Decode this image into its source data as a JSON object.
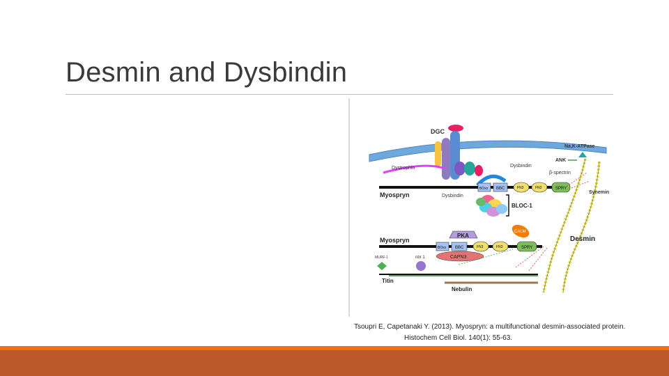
{
  "slide": {
    "title": "Desmin and Dysbindin",
    "caption_line1": "Tsoupri E, Capetanaki Y. (2013). Myospryn: a multifunctional desmin-associated protein.",
    "caption_line2": "Histochem Cell Biol. 140(1): 55-63."
  },
  "figure": {
    "labels": {
      "dgc": "DGC",
      "nak": "Na,K-ATPase",
      "dystrophin": "Dystrophin",
      "dysbindin_top": "Dysbindin",
      "ank": "ANK",
      "bspectrin": "β-spectrin",
      "synemin": "Synemin",
      "myospryn1": "Myospryn",
      "dysbindin_mid": "Dysbindin",
      "bloc1": "BLOC-1",
      "myospryn2": "Myospryn",
      "desmin": "Desmin",
      "pka": "PKA",
      "calm": "CALM",
      "capn3": "CAPN3",
      "murf1": "MURF-1",
      "nbr1": "nbr 1",
      "titin": "Titin",
      "nebulin": "Nebulin"
    },
    "domains": {
      "boxx": "BOxx",
      "bbc": "BBC",
      "fn3a": "FN3",
      "fn3b": "FN3",
      "spry": "SPRY"
    },
    "colors": {
      "membrane": "#6fa8dc",
      "dgc_purple": "#7e57c2",
      "dgc_blue": "#5b8bd0",
      "dgc_teal": "#26a69a",
      "dgc_pink": "#e91e63",
      "domain_fill": "#f3e06b",
      "spry_fill": "#7cbd5a",
      "desmin_coil": "#e3d94a",
      "pka_fill": "#b39ddb",
      "calm_fill": "#f57c00",
      "capn3_fill": "#e57373",
      "murf_fill": "#4caf50",
      "nbr_fill": "#9575cd",
      "nebulin_line": "#a0784a",
      "arrow_red": "#e53935",
      "arrow_green": "#43a047"
    }
  }
}
